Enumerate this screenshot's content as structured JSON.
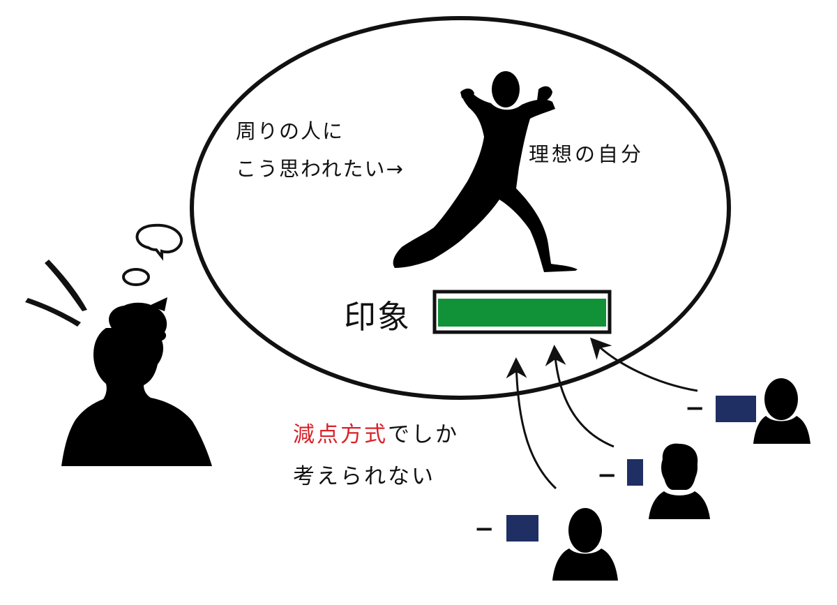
{
  "bubble": {
    "thought_line1": "周りの人に",
    "thought_line2": "こう思われたい→",
    "ideal_label": "理想の自分",
    "impression_label": "印象",
    "impression_level": 1.0
  },
  "caption": {
    "highlight": "減点方式",
    "rest_line1": "でしか",
    "line2": "考えられない"
  },
  "people": [
    {
      "deduction_label": "−",
      "deduction_size": "large"
    },
    {
      "deduction_label": "−",
      "deduction_size": "small"
    },
    {
      "deduction_label": "−",
      "deduction_size": "medium"
    }
  ],
  "colors": {
    "bar_fill": "#119238",
    "deduction_block": "#1f2f63",
    "highlight_text": "#d8232a",
    "silhouette": "#000000"
  }
}
